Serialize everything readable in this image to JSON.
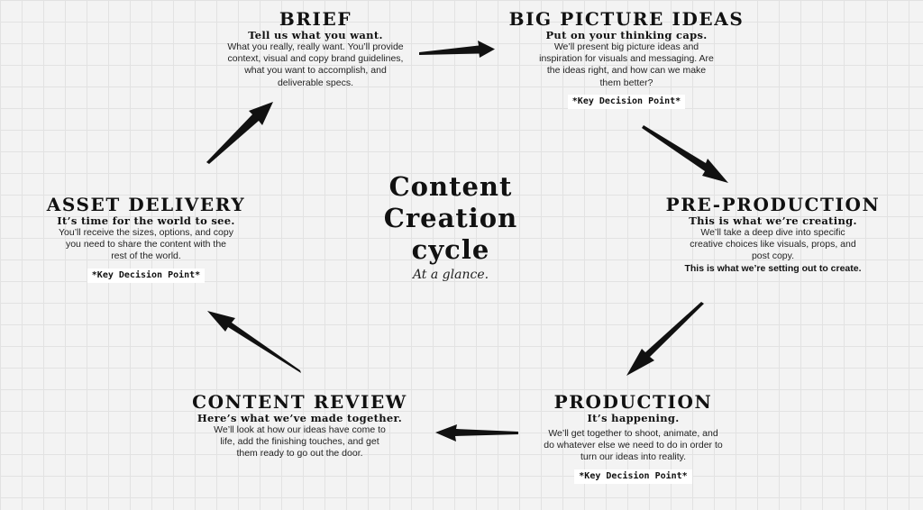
{
  "center": {
    "title_lines": [
      "Content",
      "Creation",
      "cycle"
    ],
    "subtitle": "At a glance."
  },
  "stages": {
    "brief": {
      "title": "BRIEF",
      "subtitle": "Tell us what you want.",
      "body_lines": [
        "What you really, really want. You’ll provide",
        "context, visual and copy brand guidelines,",
        "what you want to accomplish, and",
        "deliverable specs."
      ]
    },
    "big_picture": {
      "title": "BIG PICTURE IDEAS",
      "subtitle": "Put on your thinking caps.",
      "body_lines": [
        "We’ll present big picture ideas and",
        "inspiration for visuals and messaging. Are",
        "the ideas right, and how can we make",
        "them better?"
      ],
      "badge": "*Key Decision Point*"
    },
    "pre_production": {
      "title": "PRE-PRODUCTION",
      "subtitle": "This is what we’re creating.",
      "body_lines": [
        "We’ll take a deep dive into specific",
        "creative choices like visuals, props, and",
        "post copy."
      ],
      "emphasis": "This is what we’re setting out to create."
    },
    "production": {
      "title": "PRODUCTION",
      "subtitle": "It’s happening.",
      "body_lines": [
        "We’ll get together to shoot, animate, and",
        "do whatever else we need to do in order to",
        "turn our ideas into reality."
      ],
      "badge": "*Key Decision Point*"
    },
    "content_review": {
      "title": "CONTENT REVIEW",
      "subtitle": "Here’s what we’ve made together.",
      "body_lines": [
        "We’ll look at how our ideas have come to",
        "life, add the finishing touches, and get",
        "them ready to go out the door."
      ]
    },
    "asset_delivery": {
      "title": "ASSET DELIVERY",
      "subtitle": "It’s time for the world to see.",
      "body_lines": [
        "You’ll receive the sizes, options, and copy",
        "you need to share the content with the",
        "rest of the world."
      ],
      "badge": "*Key Decision Point*"
    }
  },
  "colors": {
    "background": "#f3f3f3",
    "grid": "#e2e2e2",
    "ink": "#111111",
    "badge_bg": "#ffffff"
  }
}
